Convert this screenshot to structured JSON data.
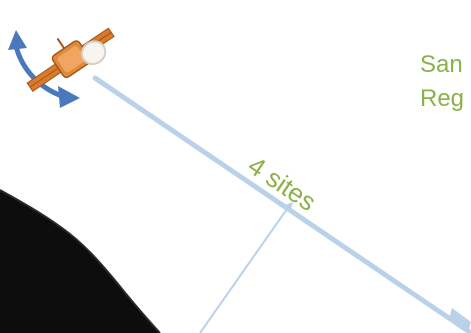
{
  "labels": {
    "beam_label": "4 sites",
    "side_line_1": "San",
    "side_line_2": "Reg"
  },
  "colors": {
    "accent_green": "#8db04a",
    "beam_blue": "#b9d2ea",
    "arrow_blue": "#4a78bd",
    "satellite_orange": "#d97a2c",
    "terrain_black": "#0d0d0d"
  },
  "icons": {
    "satellite": "satellite-icon",
    "rotation": "rotation-arrow-icon"
  }
}
